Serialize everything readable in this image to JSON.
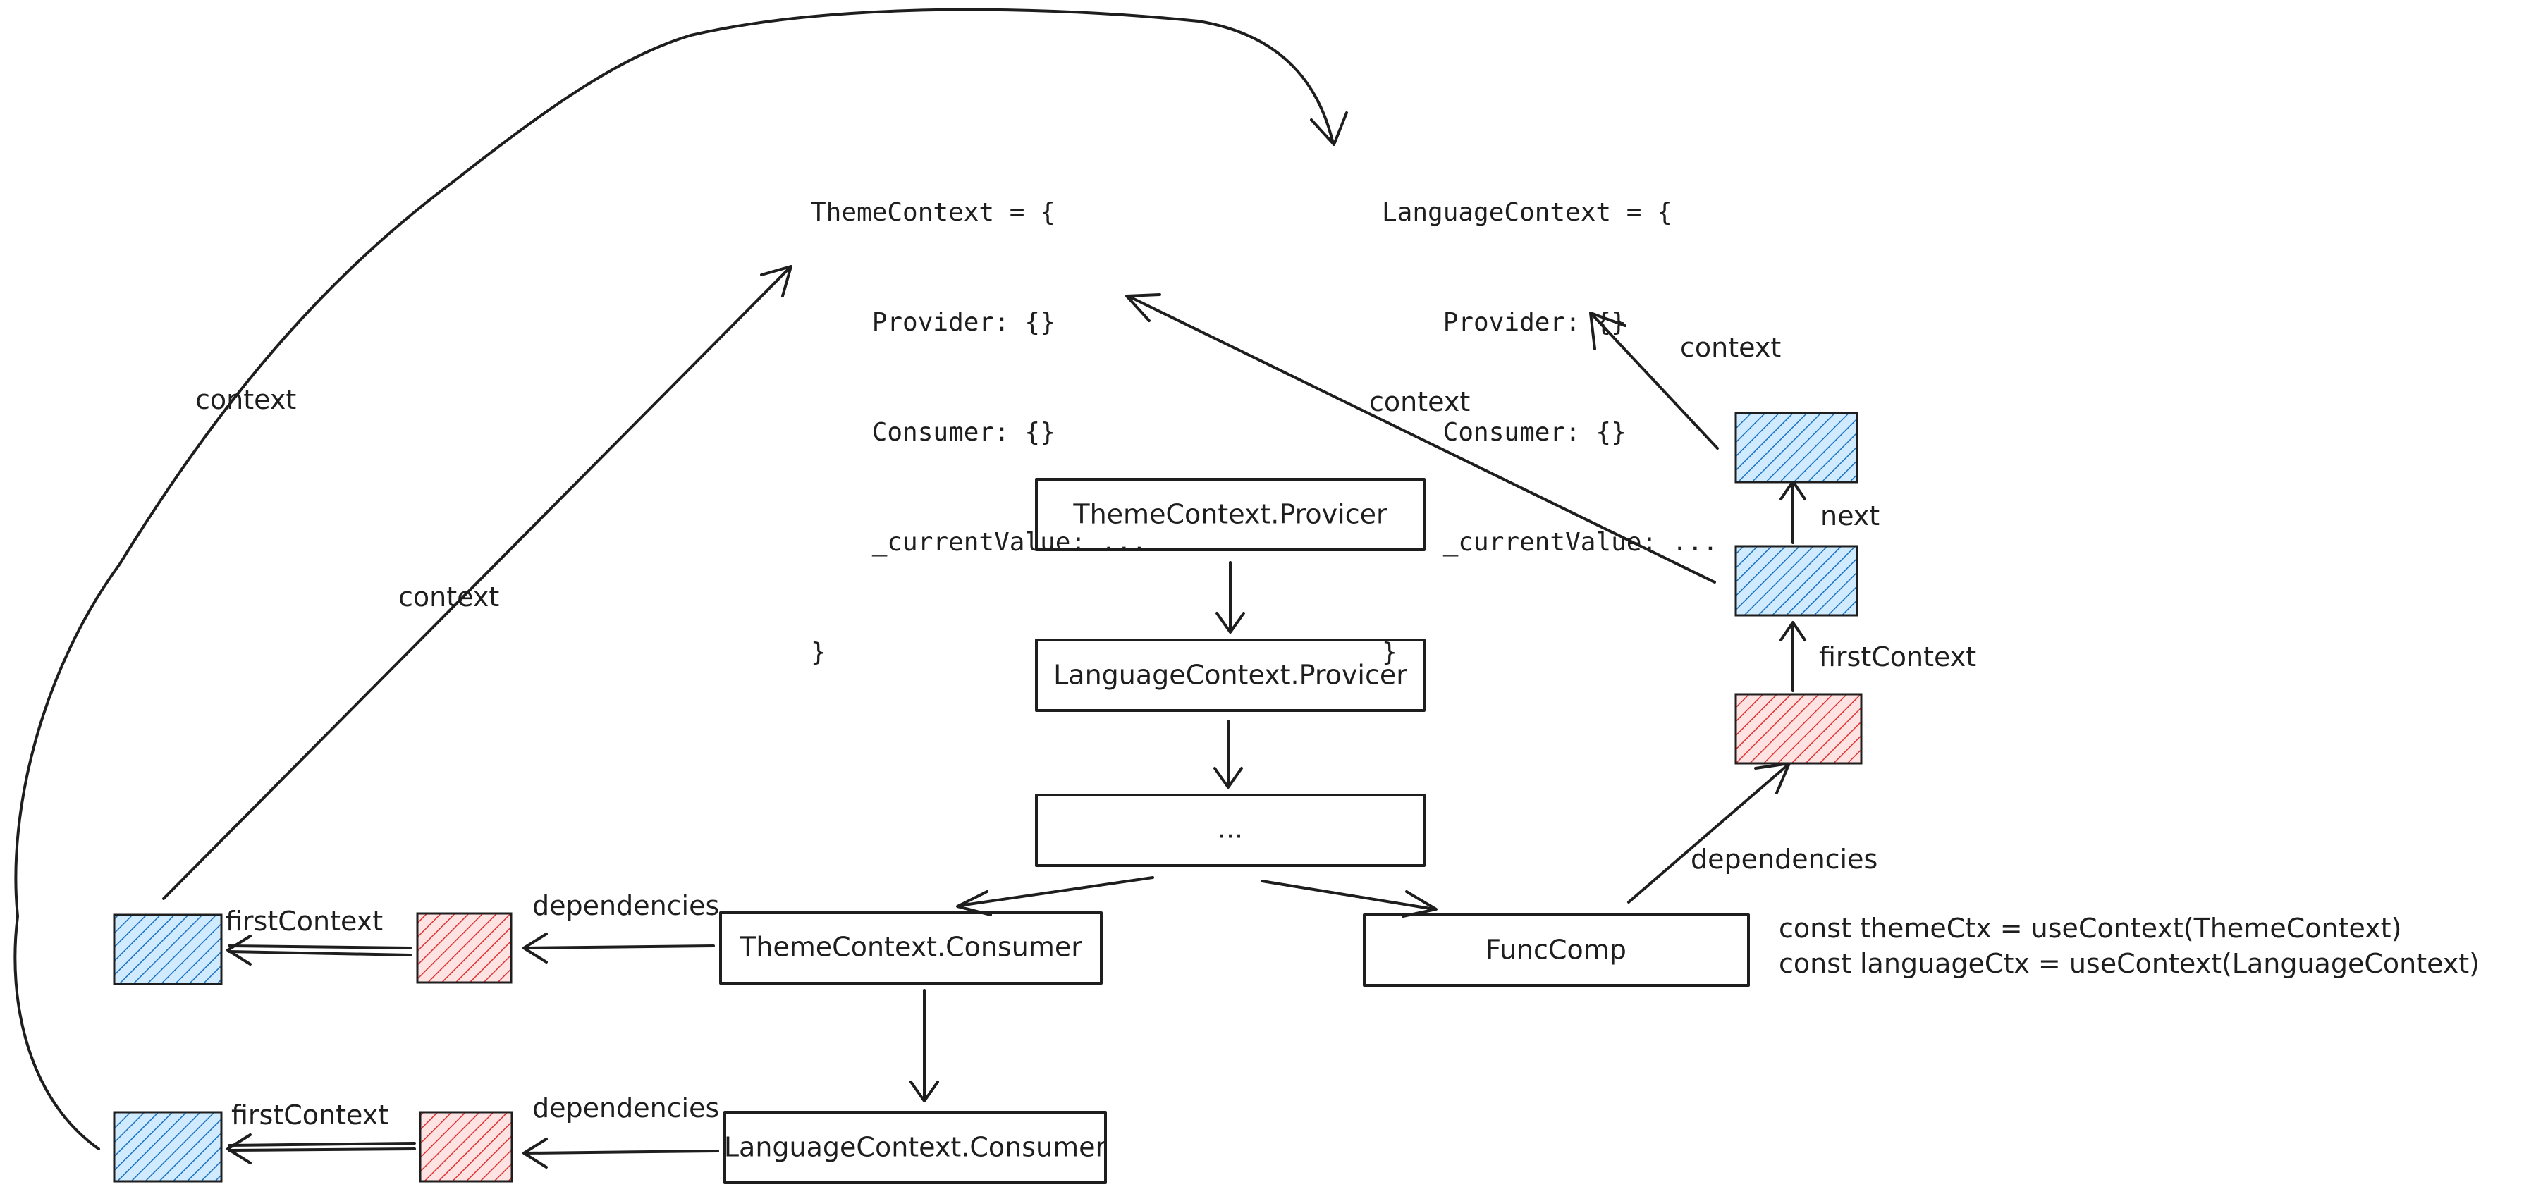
{
  "theme_context": {
    "lines": [
      "ThemeContext = {",
      "    Provider: {}",
      "    Consumer: {}",
      "    _currentValue: ...",
      "}"
    ]
  },
  "language_context": {
    "lines": [
      "LanguageContext = {",
      "    Provider: {}",
      "    Consumer: {}",
      "    _currentValue: ...",
      "}"
    ]
  },
  "nodes": {
    "theme_provider": "ThemeContext.Provicer",
    "language_provider": "LanguageContext.Provicer",
    "ellipsis": "...",
    "theme_consumer": "ThemeContext.Consumer",
    "language_consumer": "LanguageContext.Consumer",
    "func_comp": "FuncComp"
  },
  "labels": {
    "context": "context",
    "first_context": "firstContext",
    "dependencies": "dependencies",
    "next": "next"
  },
  "code_snippet": {
    "line1": "const themeCtx = useContext(ThemeContext)",
    "line2": "const languageCtx = useContext(LanguageContext)"
  },
  "colors": {
    "stroke": "#1e1e1e",
    "blue_fill": "#a5d8ff",
    "blue_stroke": "#1971c2",
    "red_fill": "#ffc9c9",
    "red_stroke": "#e03131"
  }
}
